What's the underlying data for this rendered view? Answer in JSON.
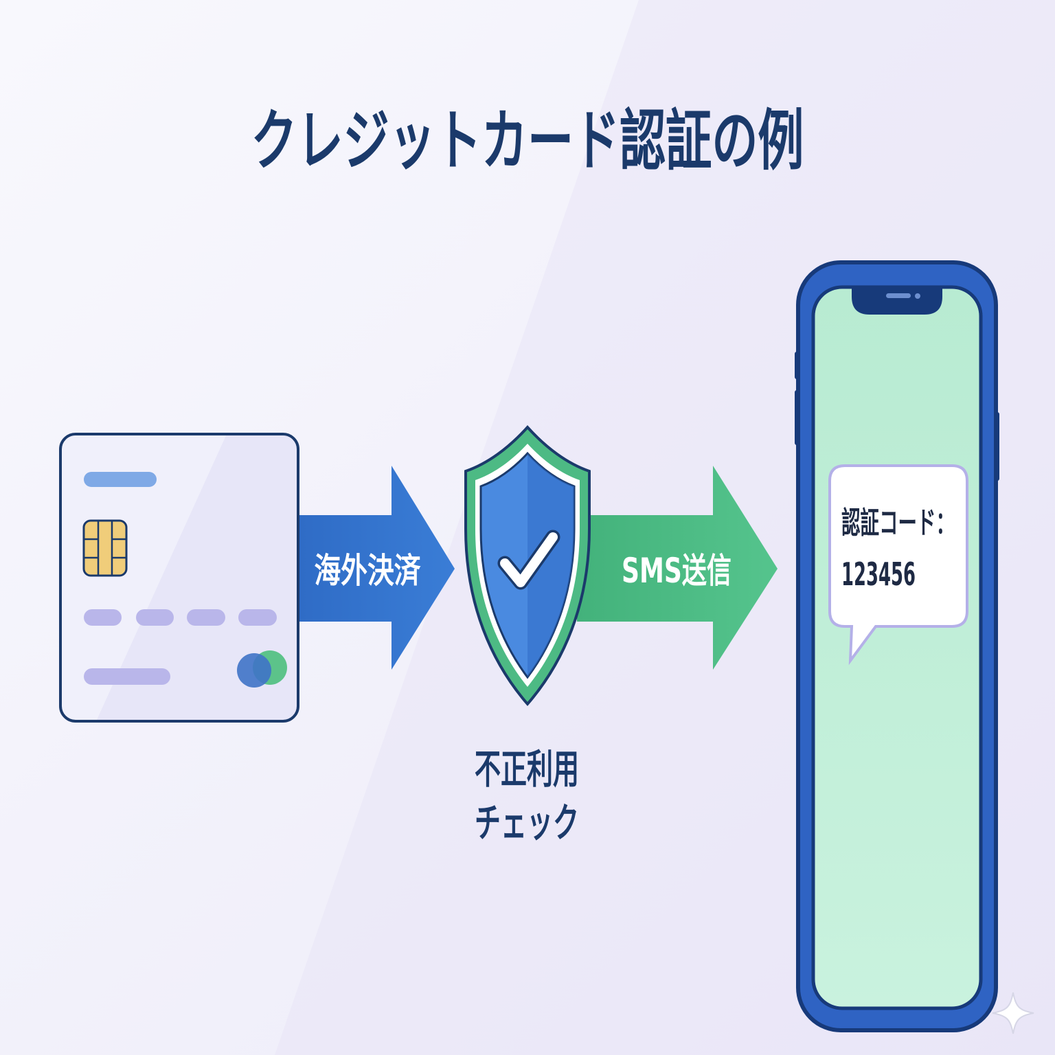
{
  "title": "クレジットカード認証の例",
  "flow": {
    "step1_label": "海外決済",
    "step2_label": "SMS送信",
    "check_label_line1": "不正利用",
    "check_label_line2": "チェック"
  },
  "phone": {
    "message_label": "認証コード：",
    "code": "123456"
  },
  "icons": {
    "card": "credit-card-icon",
    "shield": "shield-check-icon",
    "phone": "smartphone-icon",
    "watermark": "sparkle-icon"
  },
  "colors": {
    "navy": "#1b3a6b",
    "arrow_blue": "#3677cf",
    "arrow_green": "#4cbb85",
    "shield_green": "#4dba84",
    "shield_blue": "#4a8ae0",
    "phone_body": "#2f63c3",
    "card_fill": "#e7e6f8",
    "chip_gold": "#f0cd7a"
  }
}
